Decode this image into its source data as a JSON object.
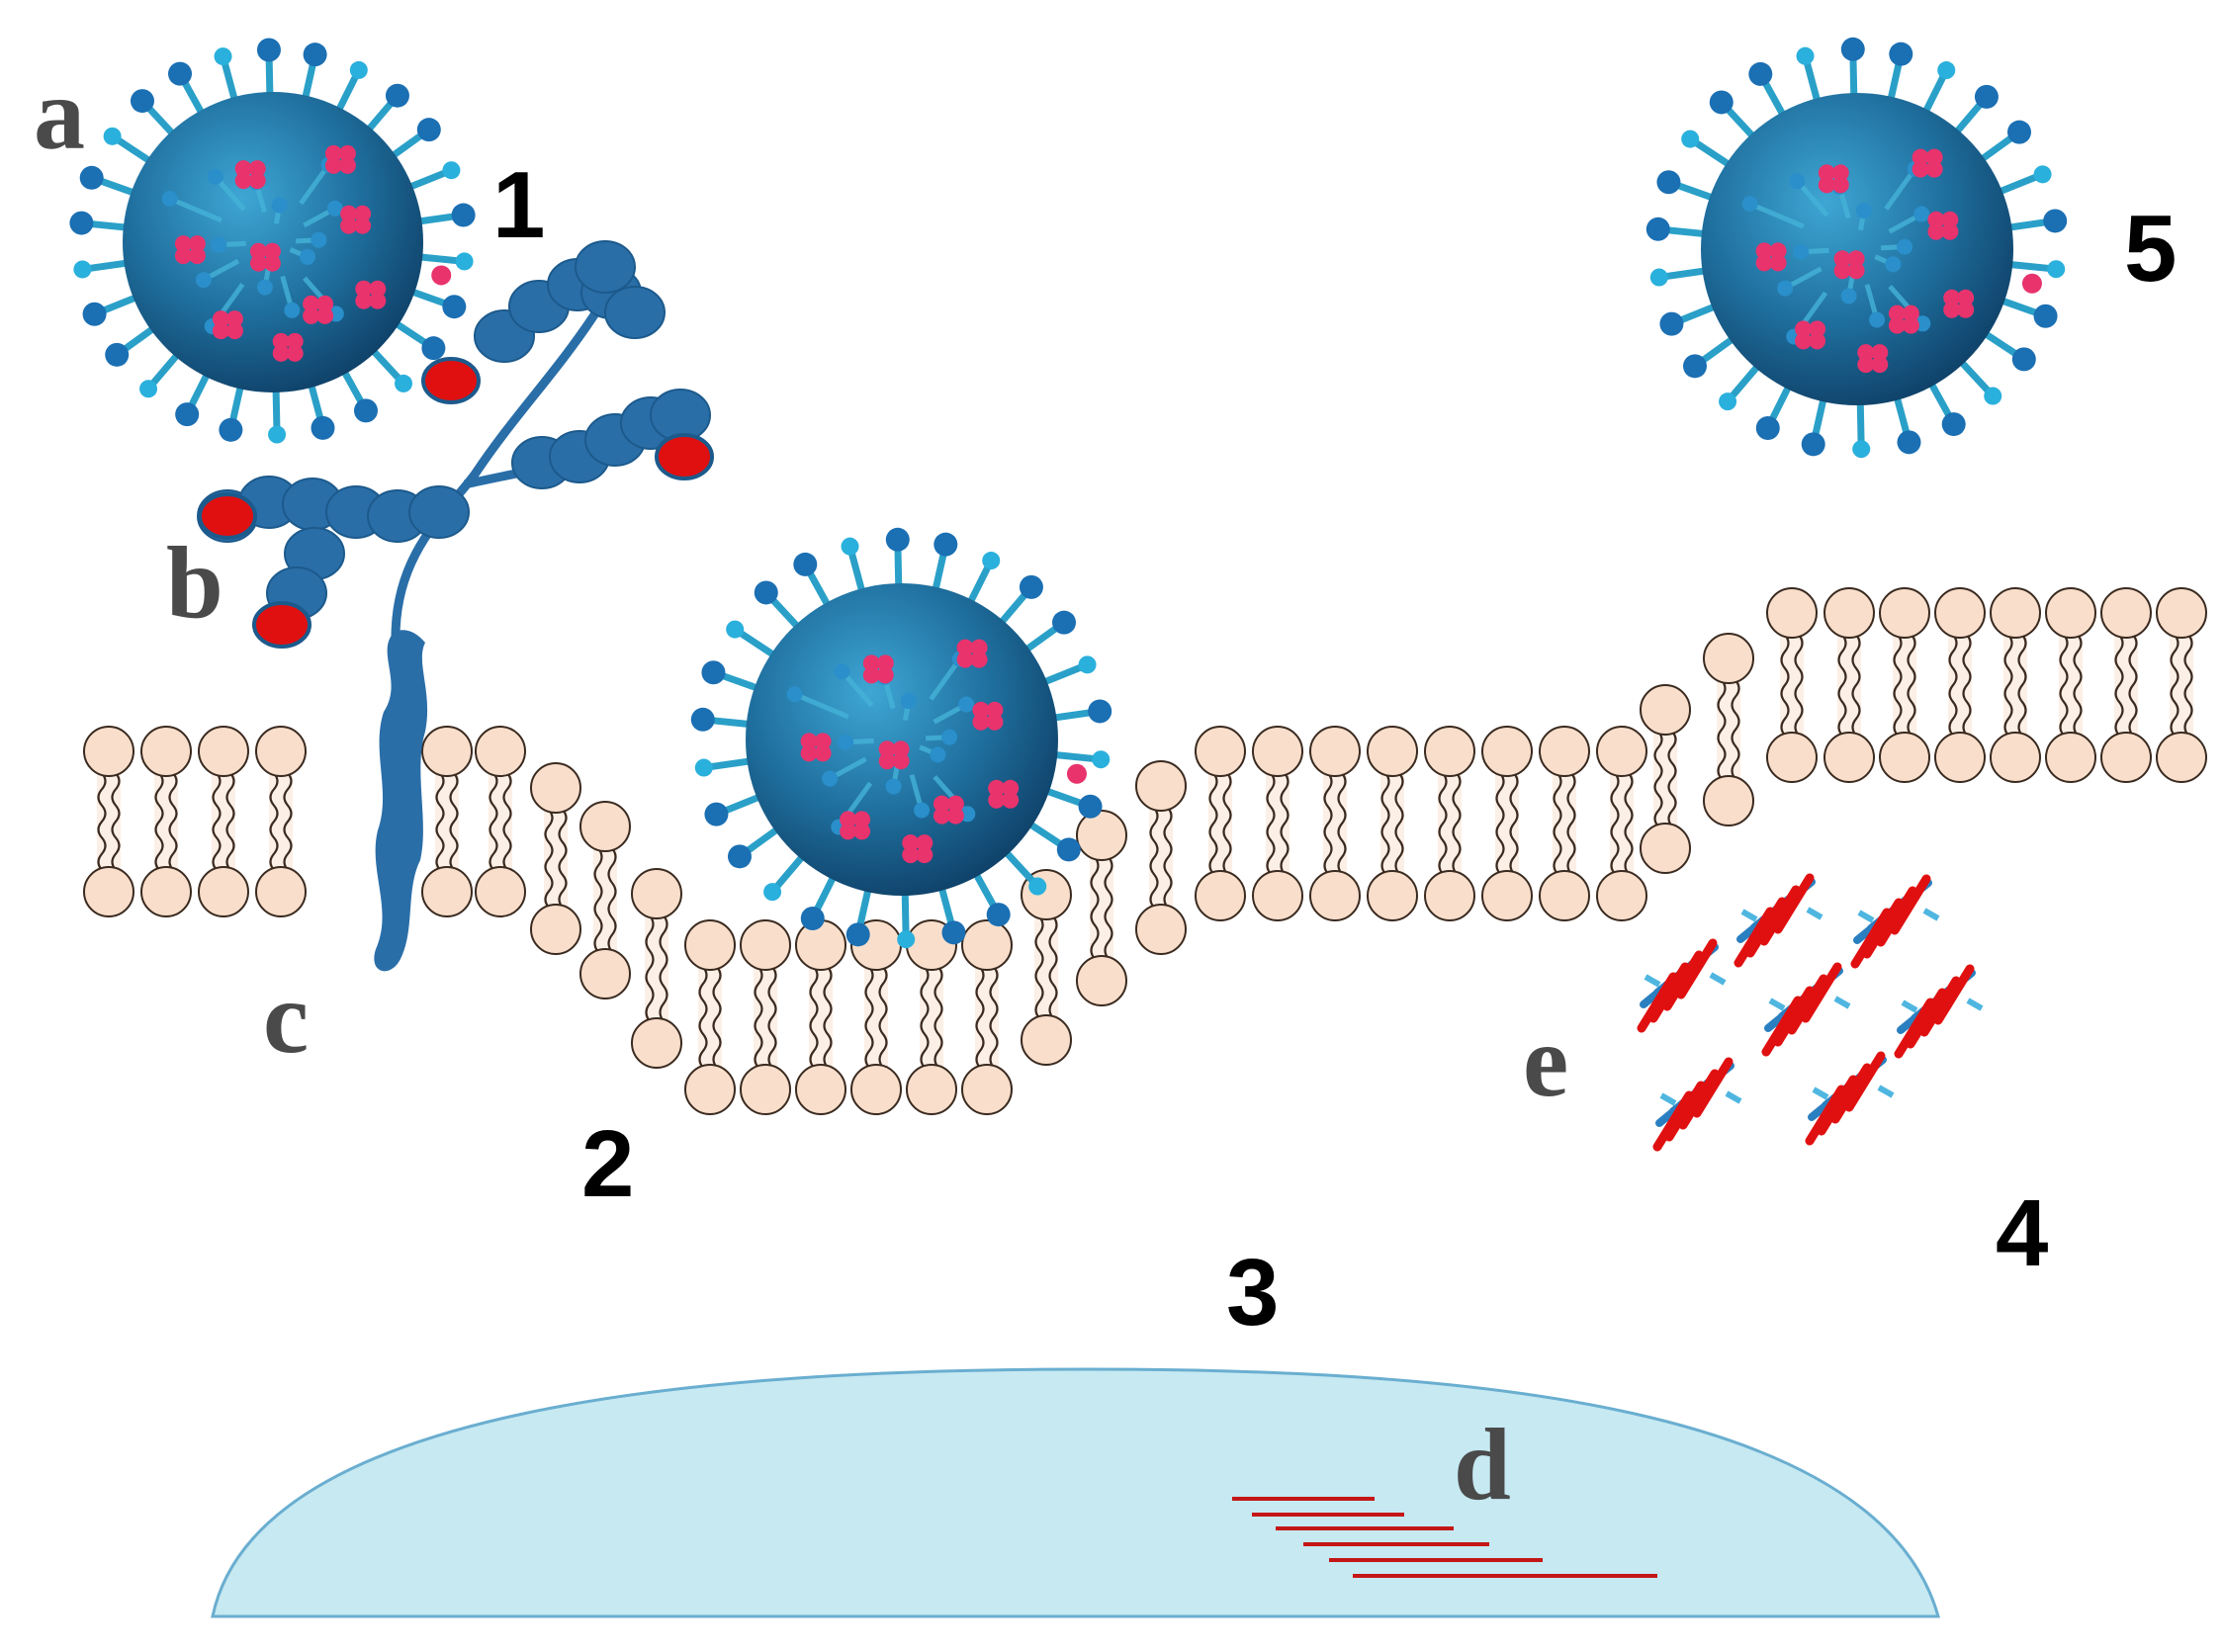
{
  "labels": {
    "step_1": "1",
    "step_2": "2",
    "step_3": "3",
    "step_4": "4",
    "step_5": "5",
    "part_a": "a",
    "part_b": "b",
    "part_c": "c",
    "part_d": "d",
    "part_e": "e"
  },
  "colors": {
    "virus_core": "#1f6f9e",
    "virus_dark": "#0e3f66",
    "spike_stalk": "#2aa0c8",
    "spike_head": "#1b6fb3",
    "virus_protein": "#e8336d",
    "receptor": "#2a6ea8",
    "receptor_tip": "#e01010",
    "lipid_head": "#f9dfcb",
    "lipid_outline": "#3a2a20",
    "nucleus": "#c6e9f2",
    "nucleus_outline": "#6aaed0",
    "rna_strand": "#c41616",
    "protein_red": "#e01010",
    "protein_blue": "#2a7fc0"
  },
  "icons": {
    "virus": "coronavirus-particle-icon",
    "receptor": "ace2-receptor-icon",
    "membrane": "lipid-bilayer-icon",
    "viral_rna": "rna-strand-icon",
    "viral_protein": "viral-protein-cluster-icon"
  }
}
